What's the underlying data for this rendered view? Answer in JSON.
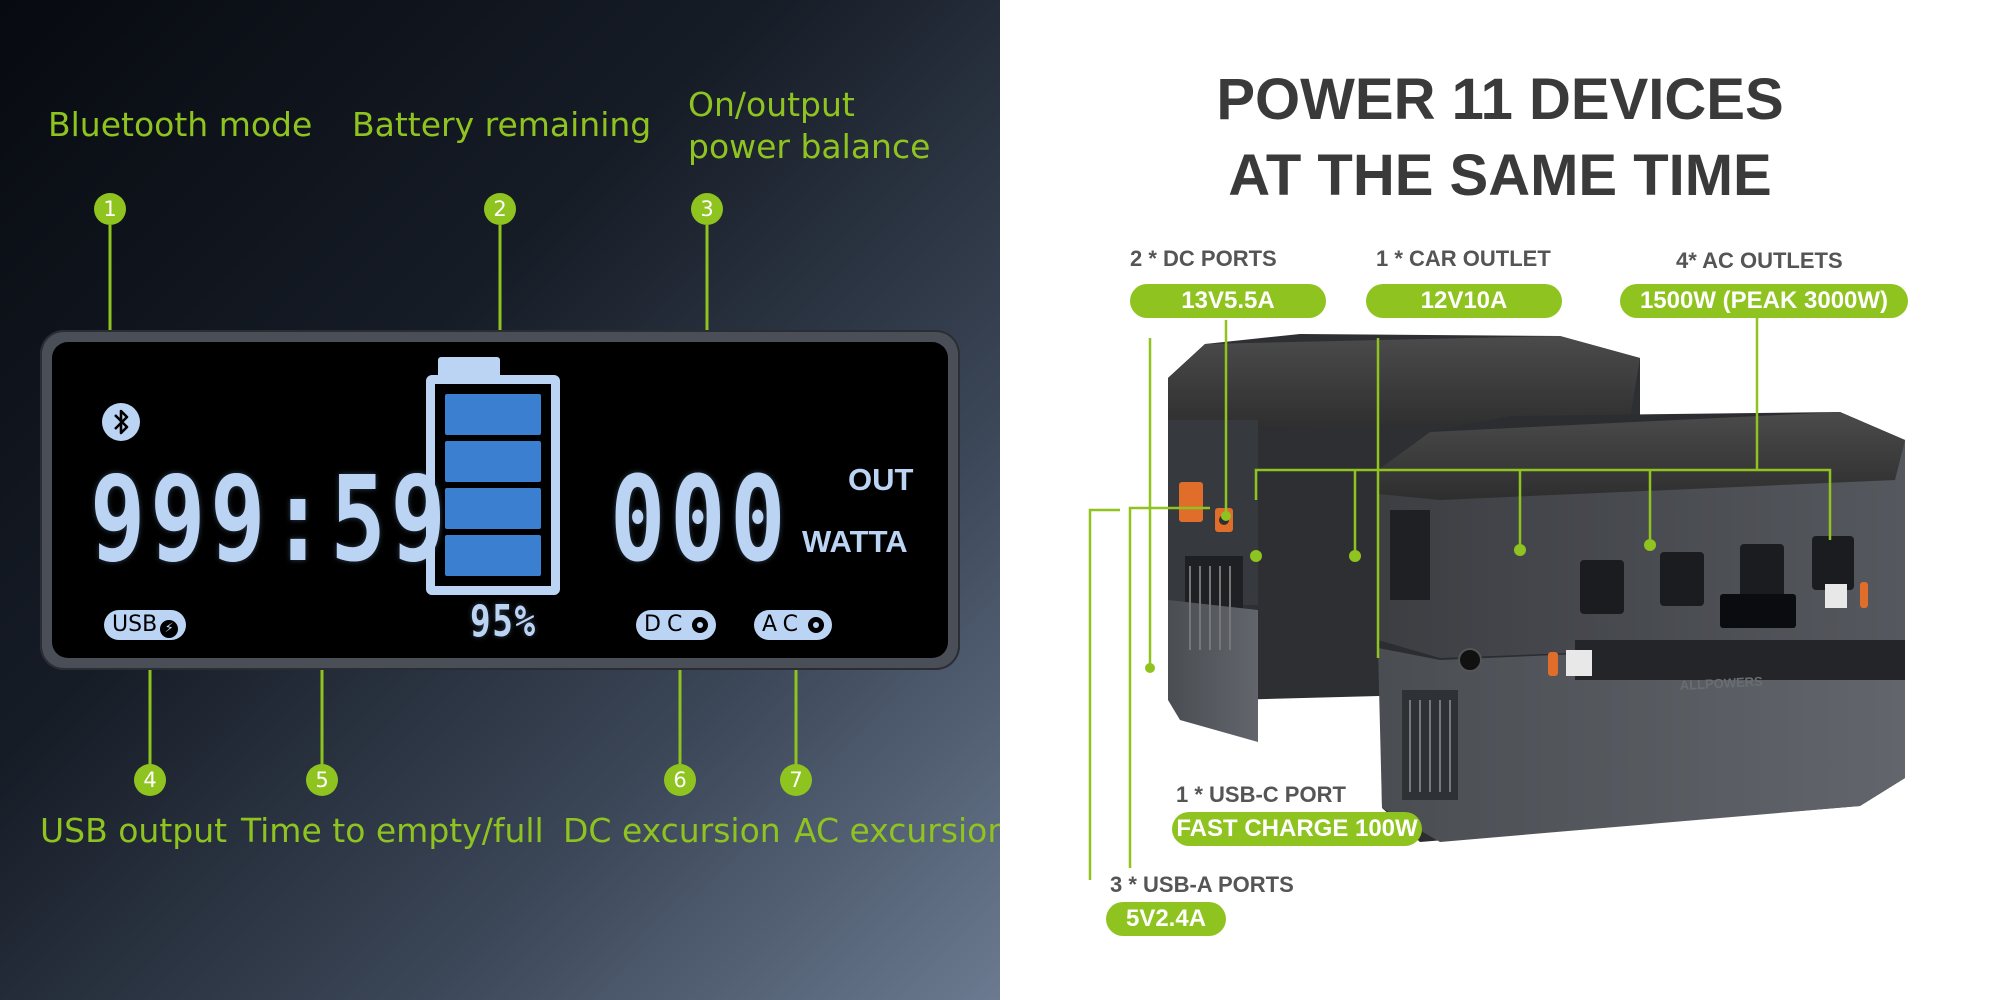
{
  "left": {
    "labels": {
      "bluetooth_mode": "Bluetooth mode",
      "battery_remaining": "Battery remaining",
      "on_output_line1": "On/output",
      "on_output_line2": "power balance",
      "usb_output": "USB output",
      "time_to_empty": "Time to empty/full",
      "dc_excursion": "DC excursion",
      "ac_excursion": "AC excursion"
    },
    "numbers": [
      "1",
      "2",
      "3",
      "4",
      "5",
      "6",
      "7"
    ],
    "screen": {
      "time": "999:59",
      "watts": "000",
      "out_label": "OUT",
      "watta_label": "WATTA",
      "battery_percent": "95%",
      "battery_level": 0.95,
      "usb_label": "USB",
      "dc_label": "DC",
      "ac_label": "AC"
    },
    "colors": {
      "accent": "#8fc31f",
      "lcd": "#bcd4f4",
      "battery_fill": "#3a7fd0"
    }
  },
  "right": {
    "headline_line1": "POWER 11 DEVICES",
    "headline_line2": "AT THE SAME TIME",
    "ports": {
      "dc": {
        "title": "2 * DC PORTS",
        "spec": "13V5.5A"
      },
      "car": {
        "title": "1 * CAR OUTLET",
        "spec": "12V10A"
      },
      "ac": {
        "title": "4* AC OUTLETS",
        "spec": "1500W (PEAK 3000W)"
      },
      "usbc": {
        "title": "1 * USB-C PORT",
        "spec": "FAST CHARGE 100W"
      },
      "usba": {
        "title": "3 * USB-A PORTS",
        "spec": "5V2.4A"
      }
    },
    "brand": "ALLPOWERS",
    "colors": {
      "accent": "#8fc31f",
      "headline": "#3a3a3a"
    }
  }
}
